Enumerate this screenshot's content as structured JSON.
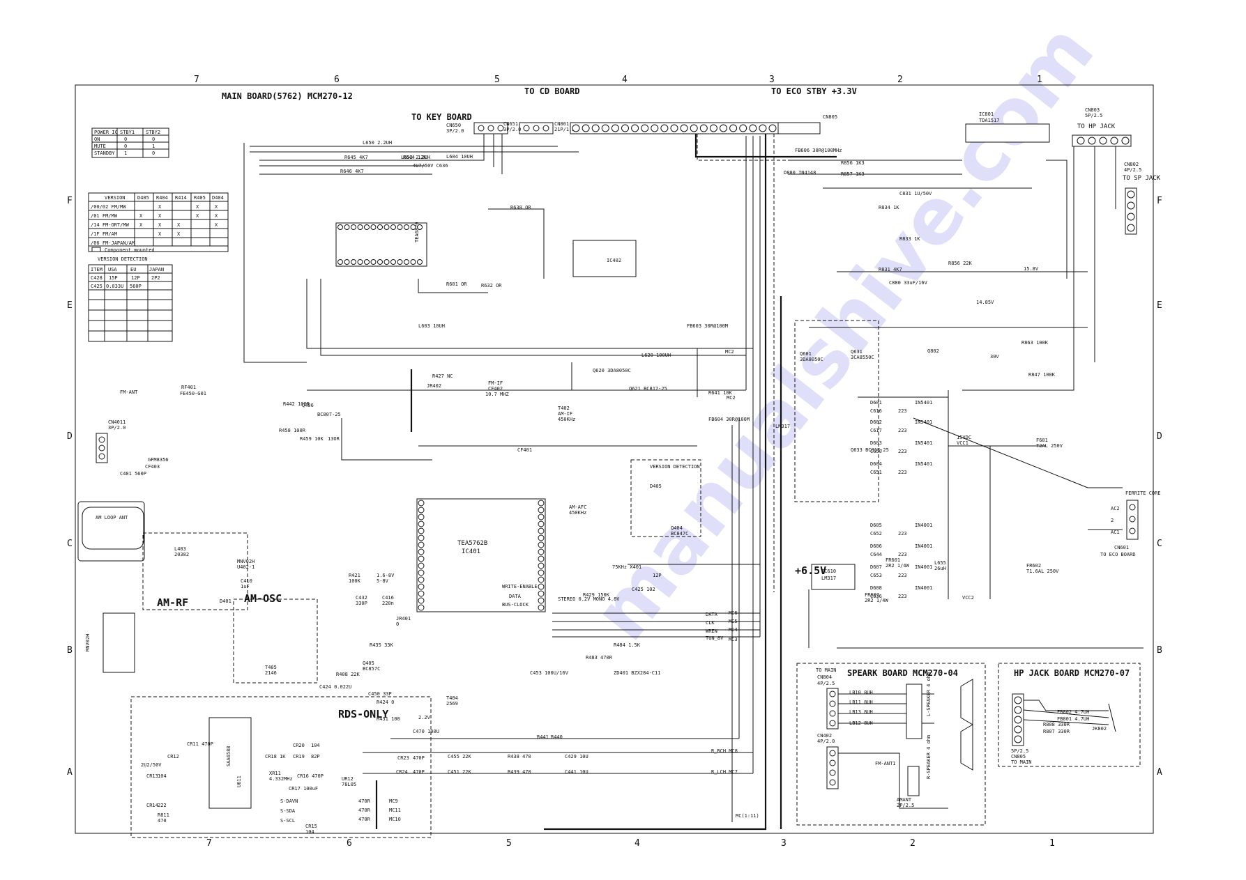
{
  "grid": {
    "columns": [
      "7",
      "6",
      "5",
      "4",
      "3",
      "2",
      "1"
    ],
    "rows": [
      "F",
      "E",
      "D",
      "C",
      "B",
      "A"
    ]
  },
  "title": "MAIN BOARD(5762) MCM270-12",
  "headers": {
    "cd_board": "TO CD BOARD",
    "eco_stby": "TO ECO STBY +3.3V",
    "key_board": "TO KEY BOARD",
    "hp_jack": "TO HP JACK",
    "sp_jack": "TO SP JACK",
    "rds_only": "RDS-ONLY",
    "am_rf": "AM-RF",
    "am_osc": "AM-OSC",
    "plus65": "+6.5V",
    "version_detection": "VERSION DETECTION",
    "am_loop": "AM LOOP ANT",
    "fm_ant": "FM-ANT",
    "ferrite": "FERRITE CORE",
    "to_eco_board": "TO ECO BOARD"
  },
  "connectors": {
    "cn650": {
      "ref": "CN650",
      "spec": "3P/2.0"
    },
    "cn651": {
      "ref": "CN651",
      "spec": "3P/2.0"
    },
    "cn801": {
      "ref": "CN801",
      "spec": "21P/1.25"
    },
    "cn803": {
      "ref": "CN803",
      "spec": "5P/2.5"
    },
    "cn802": {
      "ref": "CN802",
      "spec": "4P/2.5"
    },
    "cn4011": {
      "ref": "CN4011",
      "spec": "3P/2.0"
    },
    "cn601": {
      "ref": "CN601",
      "spec": "TO ECO BOARD"
    },
    "cn805": {
      "ref": "CN805",
      "spec": ""
    }
  },
  "ics": {
    "ic401": {
      "name": "TEA5762B",
      "ref": "IC401"
    },
    "ic402": {
      "name": "",
      "ref": "IC402"
    },
    "ic801": {
      "name": "TDA1517",
      "ref": "IC801"
    },
    "ic610": {
      "name": "LM317",
      "ref": "IC610"
    },
    "ic11": {
      "name": "SAA6588",
      "ref": "U611"
    },
    "tea": {
      "name": "TEA6820",
      "ref": "IC"
    }
  },
  "power_table": {
    "headers": [
      "POWER IC",
      "STBY1",
      "STBY2"
    ],
    "rows": [
      [
        "ON",
        "0",
        "0"
      ],
      [
        "MUTE",
        "0",
        "1"
      ],
      [
        "STANDBY",
        "1",
        "0"
      ]
    ]
  },
  "version_table": {
    "headers": [
      "VERSION",
      "D405",
      "R404",
      "R414",
      "R405",
      "D404"
    ],
    "rows": [
      [
        "/00/02 FM/MW",
        "",
        "X",
        "",
        "X",
        "X"
      ],
      [
        "/01 FM/MW",
        "X",
        "X",
        "",
        "X",
        "X"
      ],
      [
        "/14 FM-ORT/MW",
        "X",
        "X",
        "X",
        "",
        "X"
      ],
      [
        "/1F FM/AM",
        "",
        "X",
        "X",
        "",
        ""
      ],
      [
        "/06 FM-JAPAN/AM",
        "",
        "",
        "",
        "",
        ""
      ]
    ],
    "legend": "Component mounted",
    "caption": "VERSION DETECTION"
  },
  "detect_table": {
    "headers": [
      "ITEM",
      "USA",
      "EU",
      "JAPAN"
    ],
    "rows": [
      [
        "C428",
        "15P",
        "12P",
        "2P2"
      ],
      [
        "C425",
        "0.033U",
        "560P",
        ""
      ]
    ]
  },
  "speaker_board": {
    "title": "SPEARK BOARD MCM270-04",
    "to_main": "TO MAIN",
    "cn804": "CN804",
    "cn804_spec": "4P/2.5",
    "cn402": "CN402",
    "cn402_spec": "4P/2.0",
    "l_speaker": "L-SPEAKER 4 ohm",
    "r_speaker": "R-SPEAKER 4 ohm",
    "fm_ant1": "FM-ANT1",
    "amant": "AMANT",
    "amant_spec": "2P/2.5",
    "coils": [
      "LB10 8UH",
      "LB11 8UH",
      "LB13 8UH",
      "LB12 8UH"
    ]
  },
  "hp_board": {
    "title": "HP JACK BOARD MCM270-07",
    "cn805": "CN805",
    "spec": "5P/2.5",
    "to_main": "TO MAIN",
    "jack": "JK802",
    "parts": [
      "FB802 4.7UH",
      "FB801 4.7UH",
      "R808 330R",
      "R807 330R"
    ]
  },
  "watermark": "manualshive.com"
}
